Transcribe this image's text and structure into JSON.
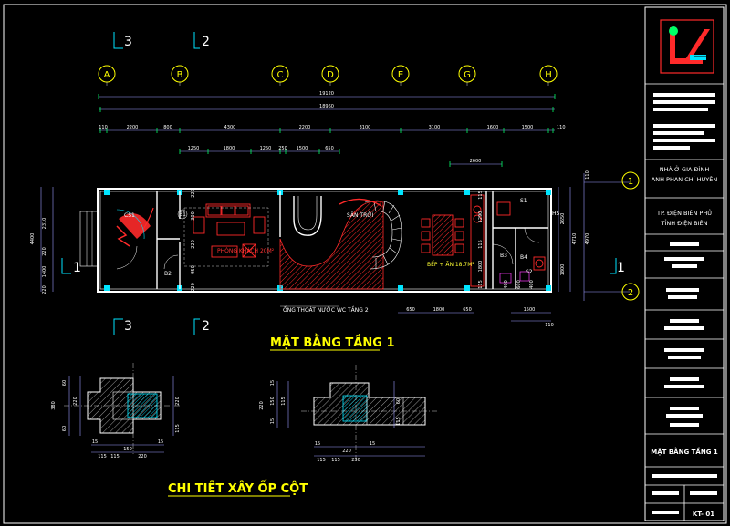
{
  "grid_x": [
    "A",
    "B",
    "C",
    "D",
    "E",
    "G",
    "H"
  ],
  "grid_y": [
    "1",
    "2"
  ],
  "section_marks": [
    "3",
    "2"
  ],
  "dims": {
    "total_outer": "19120",
    "total_inner": "18960",
    "row2": [
      "110",
      "2200",
      "800",
      "4300",
      "2200",
      "3100",
      "3100",
      "1600",
      "1500",
      "110"
    ],
    "row3": [
      "1250",
      "1800",
      "1250",
      "250",
      "1500",
      "650"
    ],
    "stair_top": "2600",
    "left_v": [
      "2310",
      "4400",
      "220",
      "1400",
      "220"
    ],
    "right_v": [
      "2650",
      "4710",
      "1800",
      "4970",
      "110"
    ],
    "bottom": [
      "650",
      "1800",
      "650",
      "1500",
      "110"
    ],
    "inner_misc": [
      "220",
      "300",
      "220",
      "950",
      "220",
      "115",
      "1290",
      "115",
      "1800",
      "115",
      "400",
      "600",
      "400"
    ]
  },
  "rooms": {
    "cs1": "CS1",
    "b1": "B1",
    "b2": "B2",
    "b3": "B3",
    "b4": "B4",
    "s1": "S1",
    "s2": "S2",
    "hs": "HS",
    "living": "PHÒNG KHÁCH 20M²",
    "skylight": "SÂN TRỜI",
    "kitchen": "BẾP + ĂN 18.7M²",
    "drain": "ỐNG THOÁT NƯỚC WC TẦNG 2"
  },
  "titles": {
    "plan": "MẶT BẰNG TẦNG 1",
    "detail": "CHI TIẾT XÂY ỐP CỘT"
  },
  "detail_dims": {
    "left_v": [
      "60",
      "220",
      "60",
      "220",
      "380",
      "115"
    ],
    "left_h": [
      "115",
      "115",
      "220",
      "150",
      "15",
      "15"
    ],
    "right_v": [
      "15",
      "150",
      "15",
      "115",
      "220",
      "60",
      "115"
    ],
    "right_h": [
      "115",
      "115",
      "230",
      "220",
      "15",
      "15"
    ]
  },
  "title_block": {
    "project": "NHÀ Ở GIA ĐÌNH",
    "owner": "ANH PHAN CHÍ HUYÊN",
    "city": "TP. ĐIỆN BIÊN PHỦ",
    "province": "TỈNH ĐIỆN BIÊN",
    "drawing": "MẶT BẰNG TẦNG 1",
    "sheet": "KT- 01"
  },
  "colors": {
    "background": "#000000",
    "wall": "#ffffff",
    "dim_line": "#9b9bff",
    "grid_bubble": "#ffff00",
    "red": "#ff2a2a",
    "magenta": "#ff3cff",
    "cyan": "#00e5ff",
    "green": "#00ff66"
  }
}
